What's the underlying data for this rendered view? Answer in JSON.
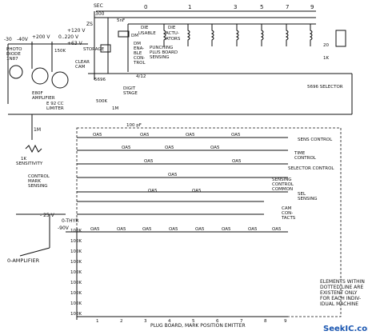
{
  "diagram": {
    "column_numbers": [
      "0",
      "1",
      "3",
      "5",
      "7",
      "9"
    ],
    "top": {
      "sec": "SEC",
      "v300": "300",
      "zs": "ZS",
      "lbl_5nf": "5nF",
      "dm": "DM",
      "die_usable": [
        "DIE",
        "USABLE"
      ],
      "die_actuators": [
        "DIE",
        "ACTU-",
        "ATORS"
      ],
      "punching": [
        "PUNCHING",
        "PLUS BOARD",
        "SENSING"
      ],
      "dm_enable": [
        "DM",
        "ENA-",
        "BLE",
        "CON-",
        "TROL"
      ],
      "storage": "STORAGE",
      "clear_cam": [
        "CLEAR",
        "CAM"
      ],
      "digit_stage": [
        "DIGIT",
        "STAGE"
      ],
      "lbl_412": "4/12",
      "tube_5696": "5696",
      "lbl_500k": "500K",
      "lbl_100pf": "100 pF",
      "lbl_1m": "1M",
      "selector": "5696 SELECTOR",
      "lbl_20": "20",
      "lbl_1k": "1K"
    },
    "left": {
      "v30": "-30",
      "v40": "-40V",
      "v200": "+200 V",
      "v220": "0..220 V",
      "v120": "+120 V",
      "v63": "+63 V",
      "photo": [
        "PHOTO",
        "DIODE",
        "1N87"
      ],
      "amplifier": [
        "E80F",
        "AMPLIFIER"
      ],
      "limiter": [
        "E 92 CC",
        "LIMITER"
      ],
      "k150": "150K",
      "lbl_1m": "1M",
      "sensitivity": [
        "1K",
        "SENSITIVITY"
      ],
      "control_mark": [
        "CONTROL",
        "MARK",
        "SENSING"
      ],
      "v25": "- 25 V",
      "thyr": "0-THYR",
      "v90": "-90V",
      "amp": "0-AMPLIFIER",
      "r100k": "100K",
      "r1k": "1K"
    },
    "right": {
      "sens_control": [
        "SENS CONTROL"
      ],
      "time_control": [
        "TIME",
        "CONTROL"
      ],
      "selector_control": "SELECTOR CONTROL",
      "sensing_control": [
        "SENSING",
        "CONTROL",
        "COMMON"
      ],
      "sel_sensing": [
        "SEL",
        "SENSING"
      ],
      "cam_contacts": [
        "CAM",
        "CON-",
        "TACTS"
      ],
      "note": [
        "ELEMENTS WITHIN",
        "DOTTED LINE ARE",
        "EXISTENT ONLY",
        "FOR EACH INDIV-",
        "IDUAL MACHINE"
      ]
    },
    "diode": "OA5",
    "plug_board": "PLUG BOARD, MARK POSITION EMITTER",
    "bottom_numbers": [
      "1",
      "2",
      "3",
      "4",
      "5",
      "6",
      "7",
      "8",
      "9"
    ]
  },
  "watermark": {
    "text": "SeekIC.com",
    "color": "#1a56b0"
  }
}
